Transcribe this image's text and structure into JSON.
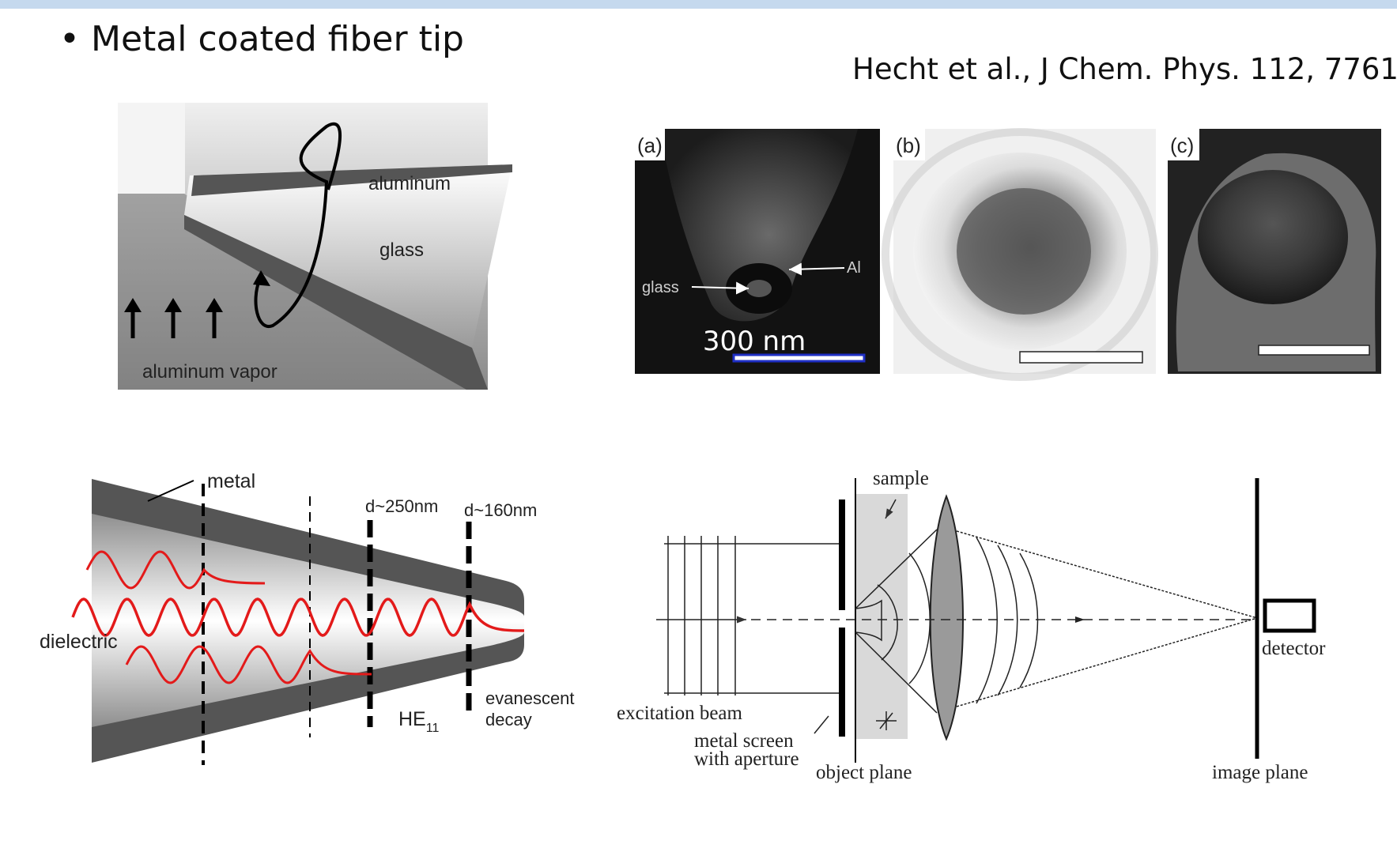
{
  "slide": {
    "bullet_symbol": "•",
    "bullet_text": "Metal coated fiber tip",
    "citation": "Hecht et al., J Chem. Phys. 112, 7761"
  },
  "fig_coating": {
    "label_aluminum": "aluminum",
    "label_glass": "glass",
    "label_vapor": "aluminum vapor"
  },
  "fig_sem": {
    "panel_a": "(a)",
    "panel_b": "(b)",
    "panel_c": "(c)",
    "label_glass": "glass",
    "label_al": "Al",
    "scale_text": "300 nm"
  },
  "fig_waveguide": {
    "label_metal": "metal",
    "label_dielectric": "dielectric",
    "label_d250": "d~250nm",
    "label_d160": "d~160nm",
    "label_mode": "HE",
    "label_mode_sub": "11",
    "label_evanescent_1": "evanescent",
    "label_evanescent_2": "decay"
  },
  "fig_optics": {
    "label_sample": "sample",
    "label_excitation": "excitation beam",
    "label_screen_1": "metal screen",
    "label_screen_2": "with aperture",
    "label_object_plane": "object plane",
    "label_detector": "detector",
    "label_image_plane": "image plane"
  }
}
